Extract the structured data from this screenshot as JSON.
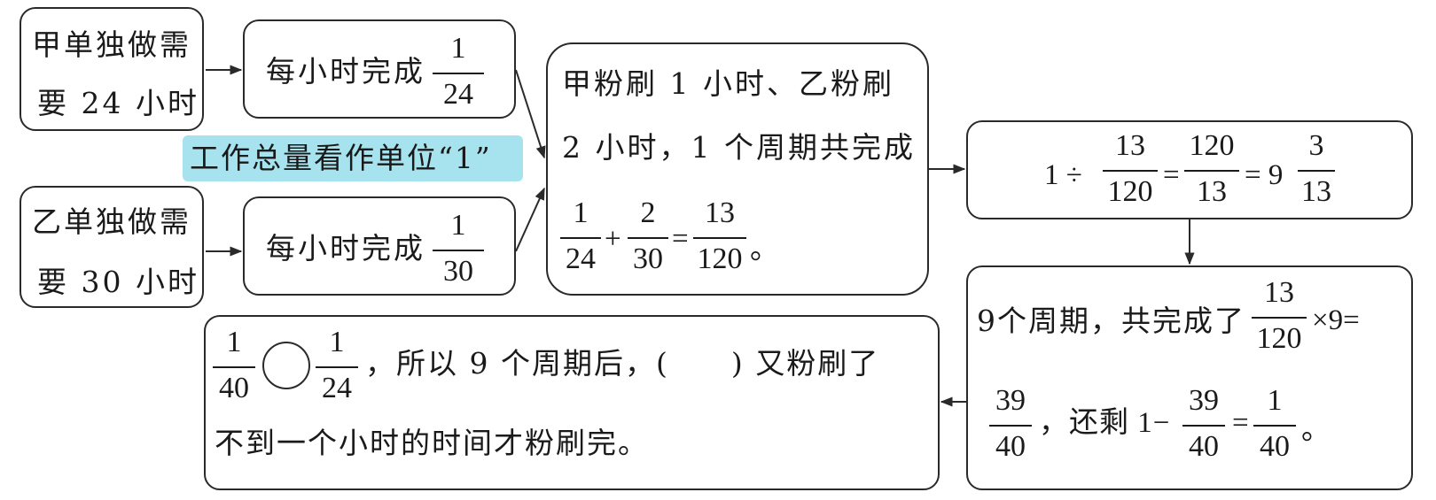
{
  "boxes": {
    "jia": {
      "line1": "甲单独做需",
      "line2": "要 24 小时"
    },
    "yi": {
      "line1": "乙单独做需",
      "line2": "要 30 小时"
    },
    "jia_rate": {
      "label": "每小时完成",
      "frac": {
        "n": "1",
        "d": "24"
      }
    },
    "yi_rate": {
      "label": "每小时完成",
      "frac": {
        "n": "1",
        "d": "30"
      }
    },
    "highlight": "工作总量看作单位“1”",
    "cycle": {
      "line1": "甲粉刷 1 小时、乙粉刷",
      "line2": "2 小时，1 个周期共完成",
      "f1": {
        "n": "1",
        "d": "24"
      },
      "plus": "+",
      "f2": {
        "n": "2",
        "d": "30"
      },
      "eq": "=",
      "f3": {
        "n": "13",
        "d": "120"
      },
      "period": "。"
    },
    "division": {
      "lead": "1 ÷",
      "f1": {
        "n": "13",
        "d": "120"
      },
      "eq1": "=",
      "f2": {
        "n": "120",
        "d": "13"
      },
      "eq2": "= 9",
      "f3": {
        "n": "3",
        "d": "13"
      }
    },
    "remain": {
      "line1": "9个周期，共完成了",
      "f1": {
        "n": "13",
        "d": "120"
      },
      "times": "×9=",
      "f2": {
        "n": "39",
        "d": "40"
      },
      "mid": "，还剩 1−",
      "f3": {
        "n": "39",
        "d": "40"
      },
      "eq": "=",
      "f4": {
        "n": "1",
        "d": "40"
      },
      "period": "。"
    },
    "conclusion": {
      "f1": {
        "n": "1",
        "d": "40"
      },
      "f2": {
        "n": "1",
        "d": "24"
      },
      "text1": "，所以 9 个周期后，(　　) 又粉刷了",
      "text2": "不到一个小时的时间才粉刷完。"
    }
  }
}
